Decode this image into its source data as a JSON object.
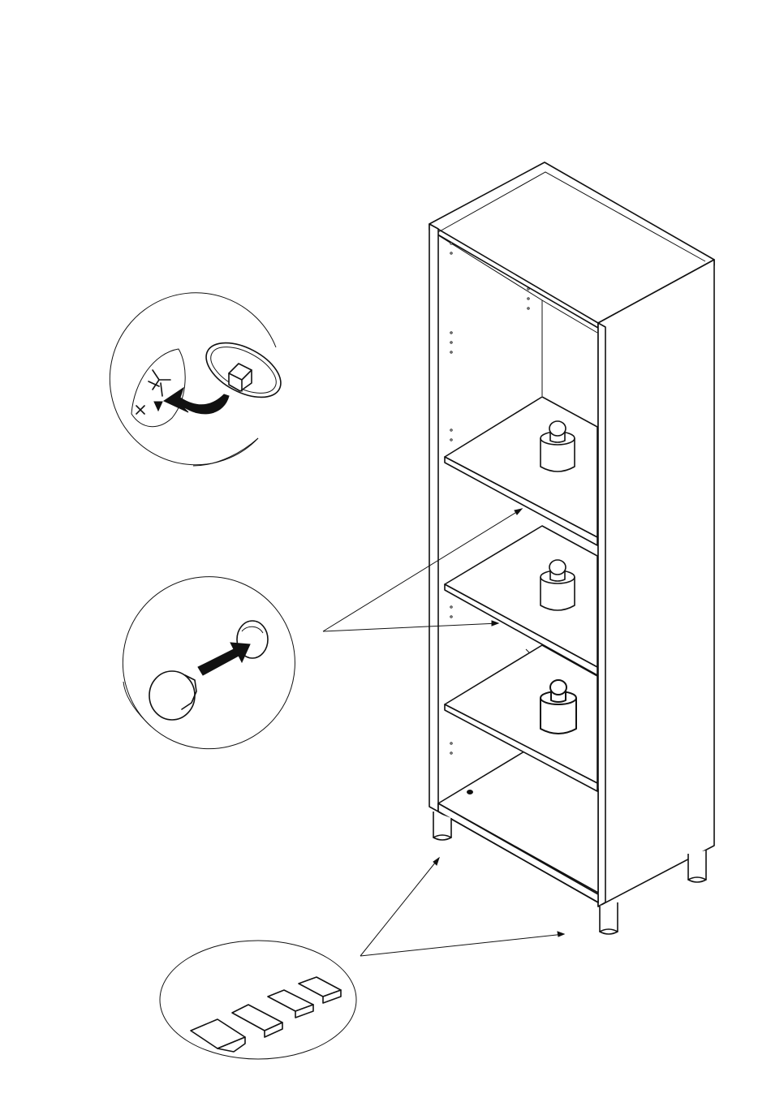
{
  "figure": {
    "kind": "assembly-instruction",
    "background": "#ffffff",
    "line_color": "#111111",
    "callouts": [
      {
        "name": "cam-lock-cover-detail",
        "icon": "cam-cover-icon"
      },
      {
        "name": "screw-cap-detail",
        "icon": "cap-insert-icon"
      },
      {
        "name": "felt-pad-detail",
        "icon": "felt-pad-icon"
      }
    ],
    "weights_count": 3,
    "shelves_count": 3,
    "felt_pads_count": 4
  }
}
